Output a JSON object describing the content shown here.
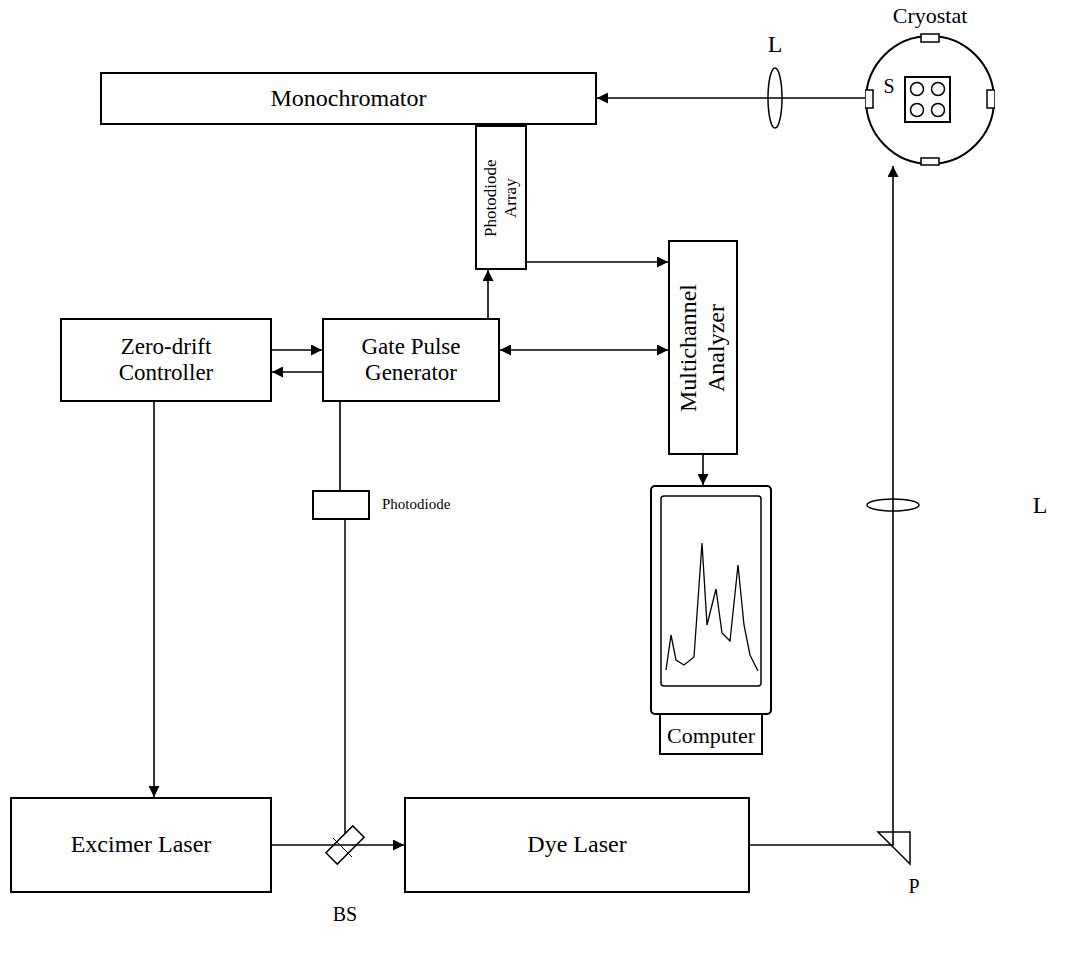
{
  "diagram": {
    "nodes": [
      {
        "text": [
          "Monochromator"
        ]
      },
      {
        "text": [
          "Cryostat"
        ]
      },
      {
        "text": [
          "Photodiode Array"
        ]
      },
      {
        "text": [
          "Multichannel Analyzer"
        ]
      },
      {
        "text": [
          "Zero-drift Controller"
        ]
      },
      {
        "text": [
          "Gate Pulse Generator"
        ]
      },
      {
        "text": [
          "Photodiode"
        ]
      },
      {
        "text": [
          "Computer"
        ]
      },
      {
        "text": [
          "Excimer Laser"
        ]
      },
      {
        "text": [
          "Dye Laser"
        ]
      }
    ],
    "edges": [
      {
        "from": 1,
        "to": 0,
        "arrow": "to"
      },
      {
        "from": 2,
        "to": 3,
        "arrow": "to"
      },
      {
        "from": 5,
        "to": 2,
        "arrow": "to"
      },
      {
        "from": 4,
        "to": 5,
        "arrow": "to"
      },
      {
        "from": 5,
        "to": 3,
        "arrow": "both"
      },
      {
        "from": 3,
        "to": 7,
        "arrow": "to"
      },
      {
        "from": 4,
        "to": 8,
        "arrow": "to"
      },
      {
        "from": 8,
        "to": 9,
        "arrow": "to"
      },
      {
        "from": 6,
        "to": 4,
        "arrow": "to"
      },
      {
        "from": 9,
        "to": 1,
        "arrow": "to"
      }
    ],
    "labels": [
      "L",
      "S",
      "L",
      "BS",
      "P"
    ]
  }
}
